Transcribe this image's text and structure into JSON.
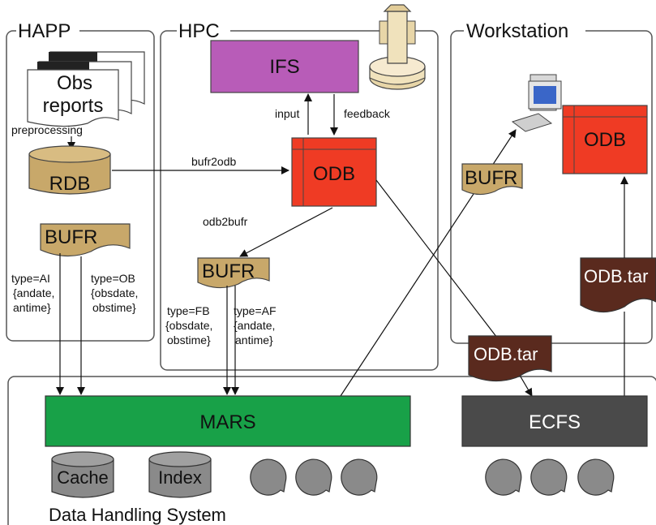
{
  "groups": {
    "happ": "HAPP",
    "hpc": "HPC",
    "workstation": "Workstation",
    "dhs": "Data Handling System"
  },
  "nodes": {
    "obs_line1": "Obs",
    "obs_line2": "reports",
    "rdb": "RDB",
    "ifs": "IFS",
    "odb_hpc": "ODB",
    "odb_ws": "ODB",
    "bufr_happ": "BUFR",
    "bufr_hpc": "BUFR",
    "bufr_ws": "BUFR",
    "odbtar_ws": "ODB.tar",
    "odbtar_ecfs": "ODB.tar",
    "mars": "MARS",
    "ecfs": "ECFS",
    "cache": "Cache",
    "index": "Index"
  },
  "edge_labels": {
    "preprocessing": "preprocessing",
    "bufr2odb": "bufr2odb",
    "odb2bufr": "odb2bufr",
    "input": "input",
    "feedback": "feedback",
    "ai_1": "type=AI",
    "ai_2": "{andate,",
    "ai_3": "antime}",
    "ob_1": "type=OB",
    "ob_2": "{obsdate,",
    "ob_3": "obstime}",
    "fb_1": "type=FB",
    "fb_2": "{obsdate,",
    "fb_3": "obstime}",
    "af_1": "type=AF",
    "af_2": "{andate,",
    "af_3": "antime}"
  },
  "colors": {
    "ifs": "#b85cb8",
    "odb": "#ef3b24",
    "bufr": "#c8a86a",
    "tar": "#5a2a1e",
    "mars": "#18a148",
    "ecfs": "#4a4a4a",
    "storage": "#8a8a8a"
  },
  "icons": [
    "document-stack-icon",
    "database-icon",
    "supercomputer-icon",
    "workstation-computer-icon",
    "disk-icon"
  ]
}
